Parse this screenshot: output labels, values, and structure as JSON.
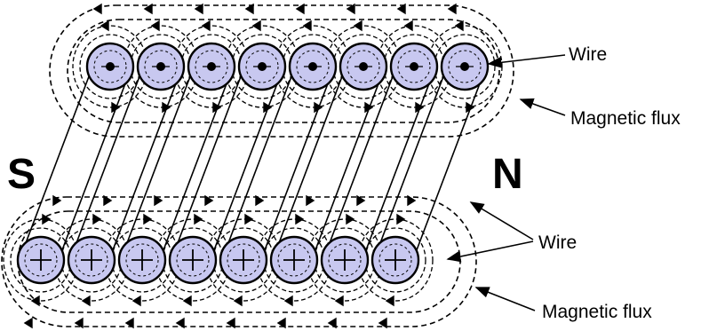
{
  "diagram": {
    "poles": {
      "south": "S",
      "north": "N"
    },
    "labels": {
      "wire_top": "Wire",
      "flux_top": "Magnetic flux",
      "wire_bottom": "Wire",
      "flux_bottom": "Magnetic flux"
    },
    "turn_count": 8,
    "top_row_current": "dot",
    "bottom_row_current": "cross",
    "colors": {
      "wire_fill": "#c8c8f0",
      "line": "#000000",
      "background": "#ffffff"
    }
  }
}
